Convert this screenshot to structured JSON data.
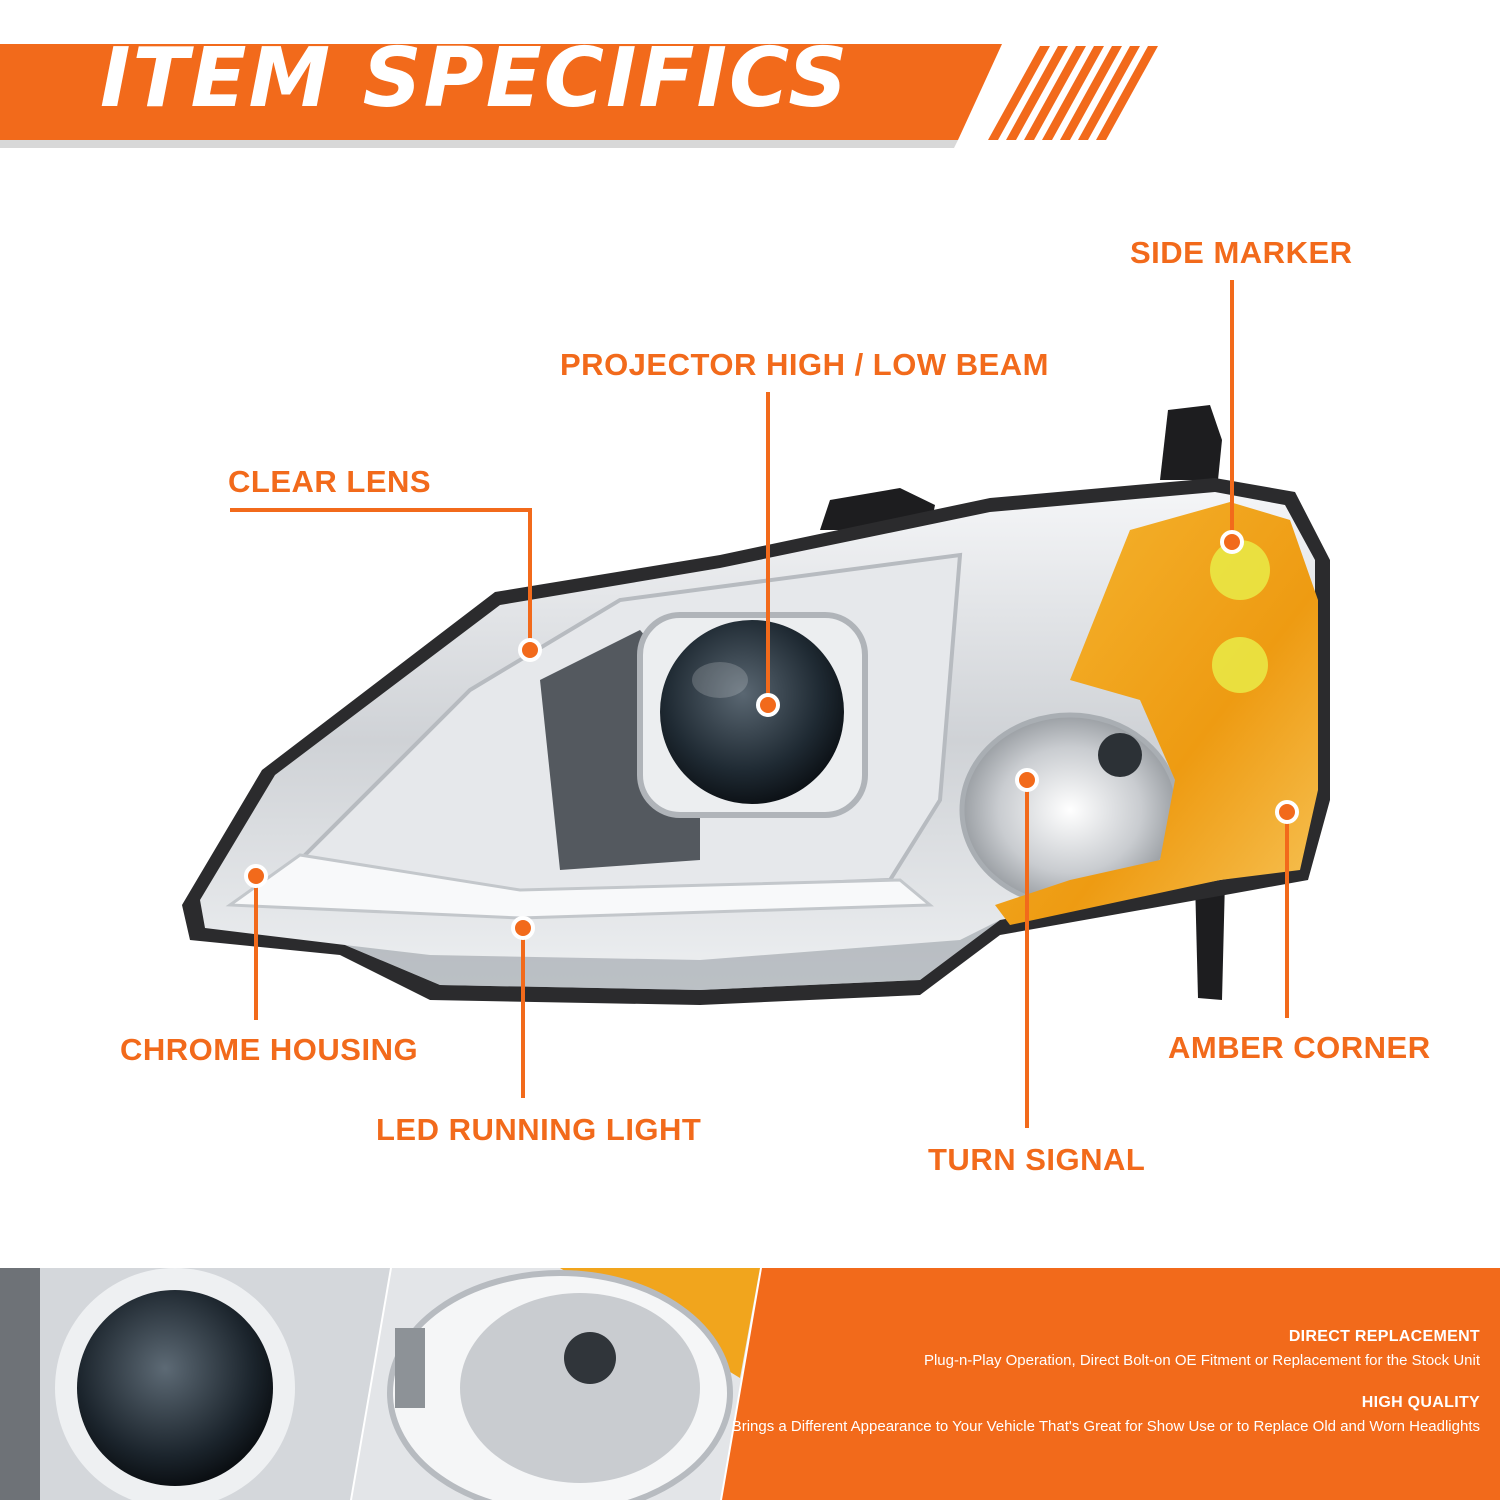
{
  "header": {
    "title": "ITEM SPECIFICS"
  },
  "callouts": {
    "side_marker": "SIDE MARKER",
    "projector_beam": "PROJECTOR HIGH / LOW BEAM",
    "clear_lens": "CLEAR LENS",
    "chrome_housing": "CHROME HOUSING",
    "led_running_light": "LED RUNNING LIGHT",
    "turn_signal": "TURN SIGNAL",
    "amber_corner": "AMBER CORNER"
  },
  "features": [
    {
      "title": "DIRECT REPLACEMENT",
      "text": "Plug-n-Play Operation, Direct Bolt-on OE Fitment or Replacement for the Stock Unit"
    },
    {
      "title": "HIGH QUALITY",
      "text": "Brings a Different Appearance to Your Vehicle That's Great for Show Use or to Replace Old and Worn Headlights"
    }
  ],
  "colors": {
    "accent": "#f26a1b",
    "amber": "#f2a21a",
    "chrome": "#d9dbde"
  }
}
